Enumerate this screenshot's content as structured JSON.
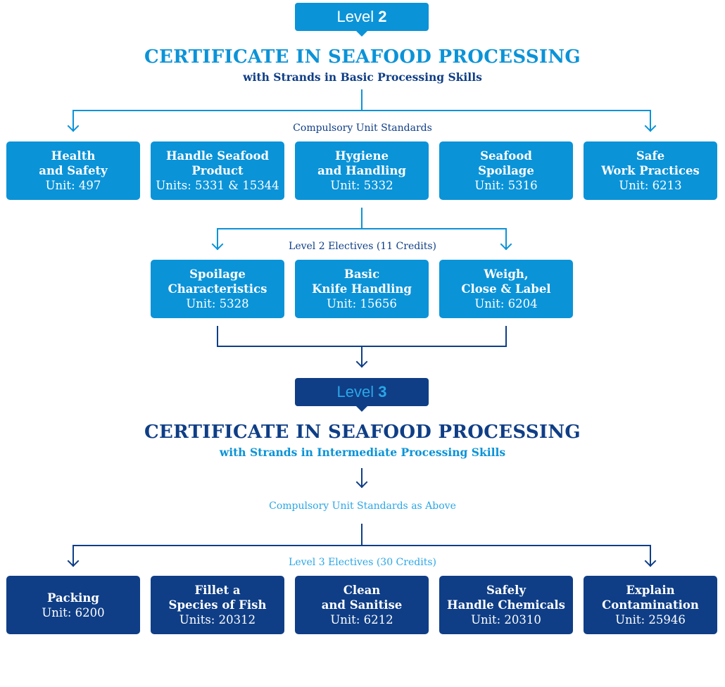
{
  "colors": {
    "light_blue": "#0b93d8",
    "dark_blue": "#0f3e86",
    "text_light": "#2aa6e6"
  },
  "level2": {
    "badge_word": "Level",
    "badge_number": "2",
    "title": "CERTIFICATE IN SEAFOOD PROCESSING",
    "subtitle": "with Strands in Basic Processing Skills",
    "compulsory_label": "Compulsory Unit Standards",
    "compulsory_units": [
      {
        "name": "Health\nand Safety",
        "unit": "Unit: 497"
      },
      {
        "name": "Handle Seafood\nProduct",
        "unit": "Units: 5331 & 15344"
      },
      {
        "name": "Hygiene\nand Handling",
        "unit": "Unit: 5332"
      },
      {
        "name": "Seafood\nSpoilage",
        "unit": "Unit: 5316"
      },
      {
        "name": "Safe\nWork Practices",
        "unit": "Unit: 6213"
      }
    ],
    "electives_label": "Level 2 Electives (11 Credits)",
    "electives": [
      {
        "name": "Spoilage\nCharacteristics",
        "unit": "Unit: 5328"
      },
      {
        "name": "Basic\nKnife Handling",
        "unit": "Unit: 15656"
      },
      {
        "name": "Weigh,\nClose & Label",
        "unit": "Unit: 6204"
      }
    ]
  },
  "level3": {
    "badge_word": "Level",
    "badge_number": "3",
    "title": "CERTIFICATE IN SEAFOOD PROCESSING",
    "subtitle": "with Strands in Intermediate Processing Skills",
    "compulsory_label": "Compulsory Unit Standards as Above",
    "electives_label": "Level 3 Electives (30 Credits)",
    "electives": [
      {
        "name": "Packing",
        "unit": "Unit: 6200"
      },
      {
        "name": "Fillet a\nSpecies of Fish",
        "unit": "Units: 20312"
      },
      {
        "name": "Clean\nand Sanitise",
        "unit": "Unit: 6212"
      },
      {
        "name": "Safely\nHandle Chemicals",
        "unit": "Unit: 20310"
      },
      {
        "name": "Explain\nContamination",
        "unit": "Unit: 25946"
      }
    ]
  }
}
